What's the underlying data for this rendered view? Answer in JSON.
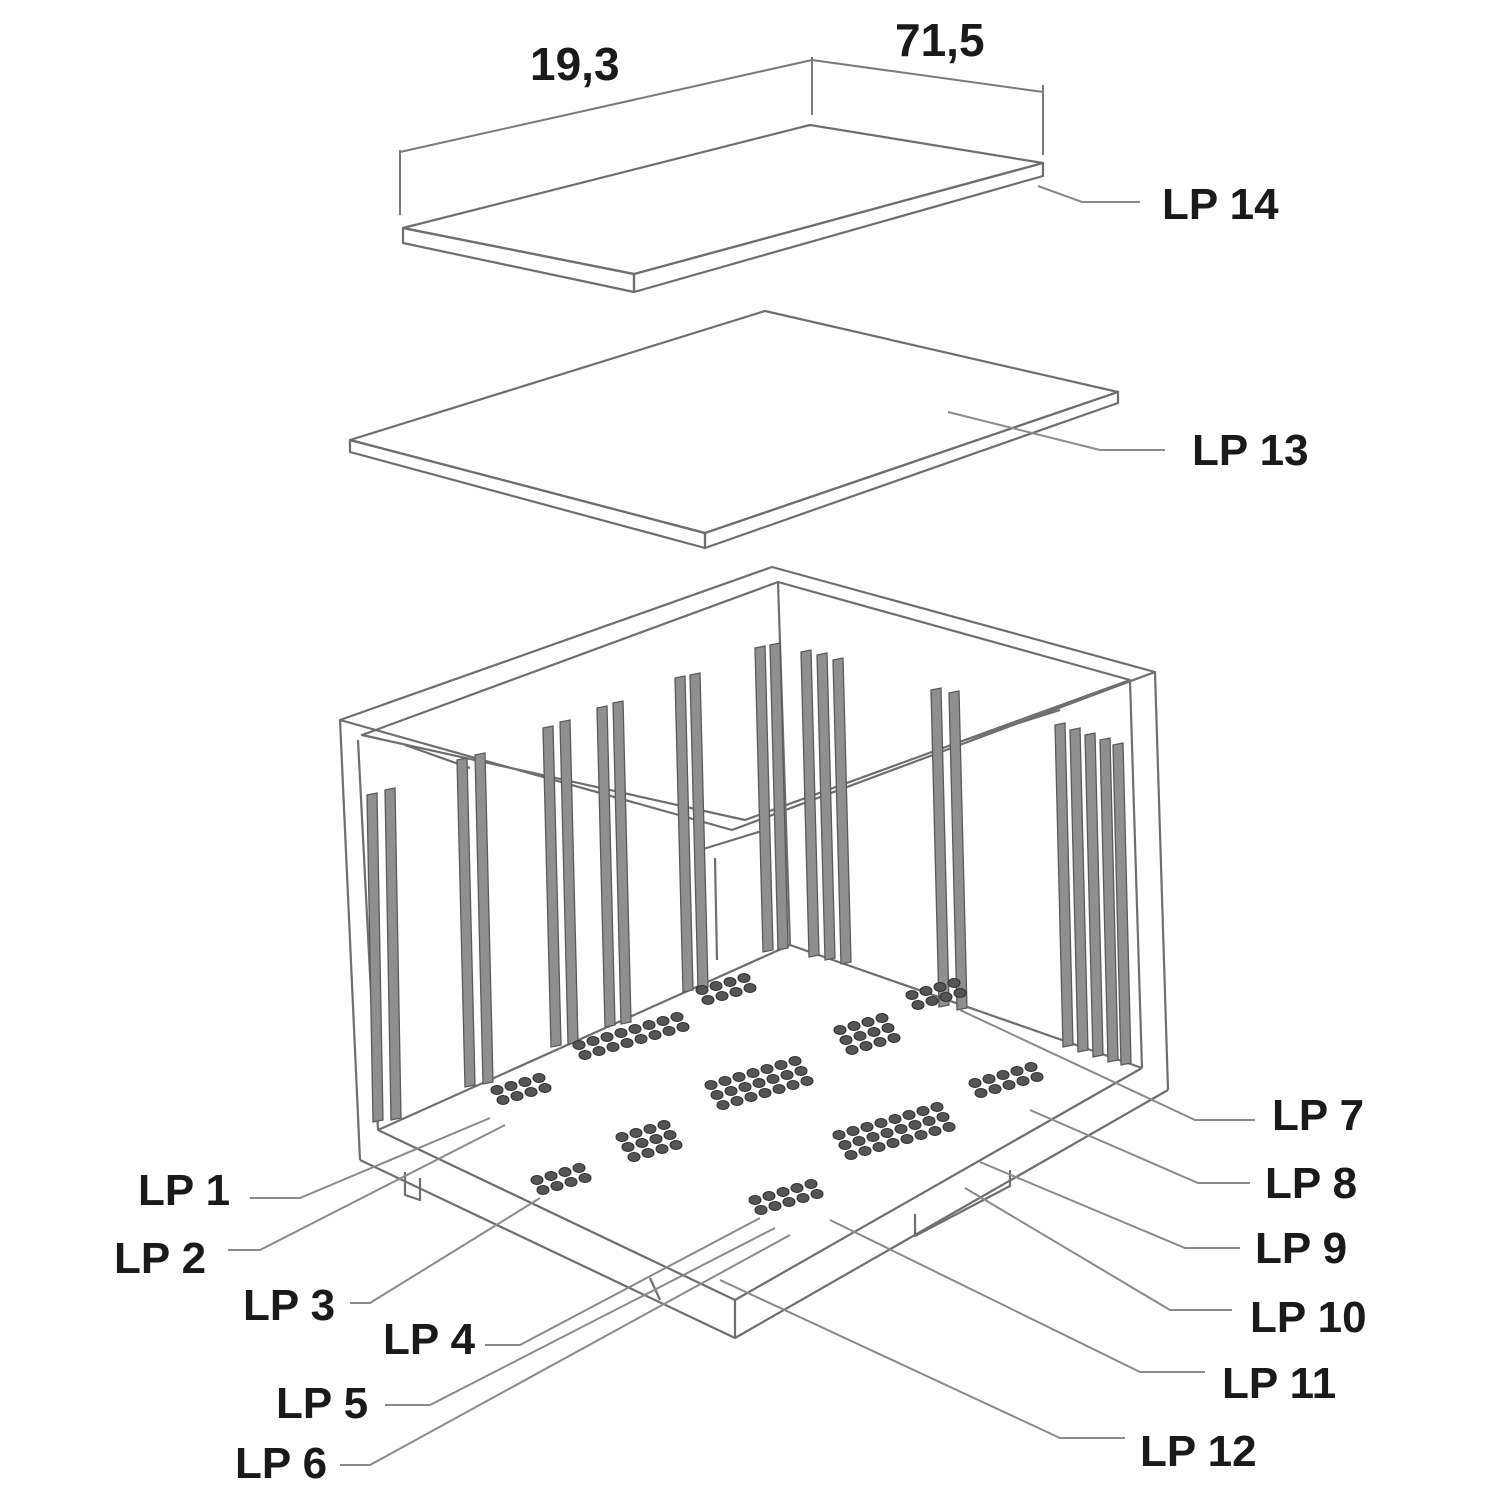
{
  "dimensions": {
    "width": "19,3",
    "depth": "71,5"
  },
  "parts": {
    "lp1": "LP 1",
    "lp2": "LP 2",
    "lp3": "LP 3",
    "lp4": "LP 4",
    "lp5": "LP 5",
    "lp6": "LP 6",
    "lp7": "LP 7",
    "lp8": "LP 8",
    "lp9": "LP 9",
    "lp10": "LP 10",
    "lp11": "LP 11",
    "lp12": "LP 12",
    "lp13": "LP 13",
    "lp14": "LP 14"
  },
  "colors": {
    "line": "#6e6e6e",
    "rod": "#8f8f8f",
    "component": "#555555",
    "text": "#1a1a1a"
  }
}
